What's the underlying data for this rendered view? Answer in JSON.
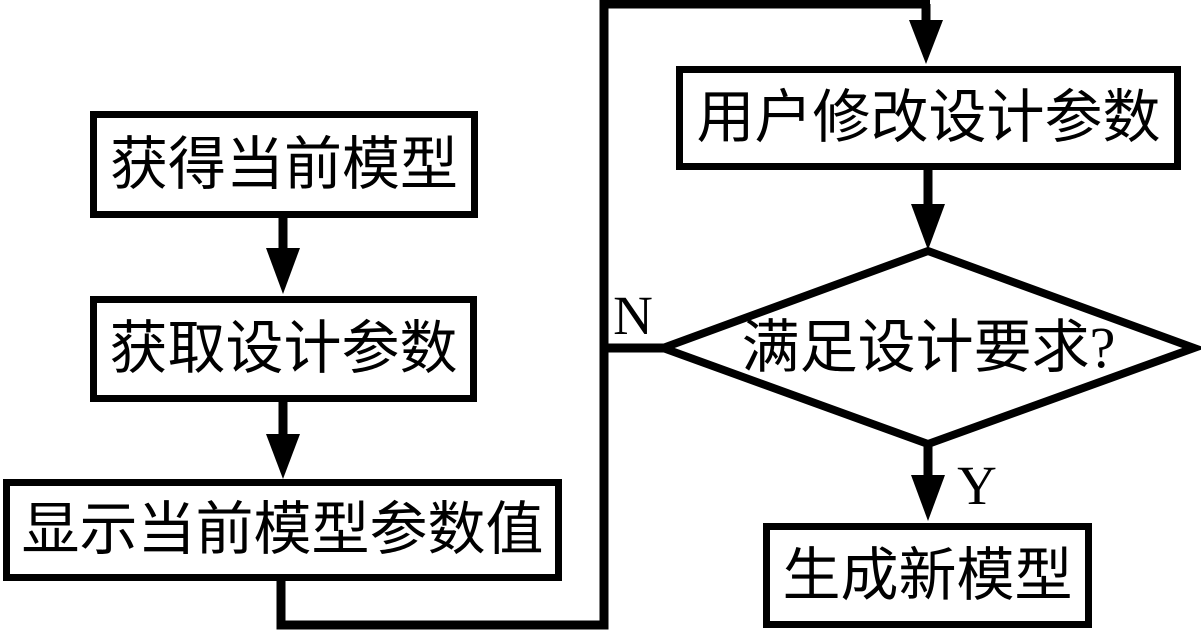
{
  "diagram": {
    "type": "flowchart",
    "background_color": "#ffffff",
    "line_color": "#000000",
    "nodes": [
      {
        "id": "get-current-model",
        "shape": "rect",
        "label": "获得当前模型"
      },
      {
        "id": "get-design-params",
        "shape": "rect",
        "label": "获取设计参数"
      },
      {
        "id": "display-current-model-params",
        "shape": "rect",
        "label": "显示当前模型参数值"
      },
      {
        "id": "user-modify-design-params",
        "shape": "rect",
        "label": "用户修改设计参数"
      },
      {
        "id": "meet-design-requirements",
        "shape": "diamond",
        "label": "满足设计要求?"
      },
      {
        "id": "generate-new-model",
        "shape": "rect",
        "label": "生成新模型"
      }
    ],
    "edges": [
      {
        "from": "get-current-model",
        "to": "get-design-params",
        "label": ""
      },
      {
        "from": "get-design-params",
        "to": "display-current-model-params",
        "label": ""
      },
      {
        "from": "display-current-model-params",
        "to": "user-modify-design-params",
        "label": ""
      },
      {
        "from": "user-modify-design-params",
        "to": "meet-design-requirements",
        "label": ""
      },
      {
        "from": "meet-design-requirements",
        "to": "user-modify-design-params",
        "label": "N"
      },
      {
        "from": "meet-design-requirements",
        "to": "generate-new-model",
        "label": "Y"
      }
    ]
  }
}
